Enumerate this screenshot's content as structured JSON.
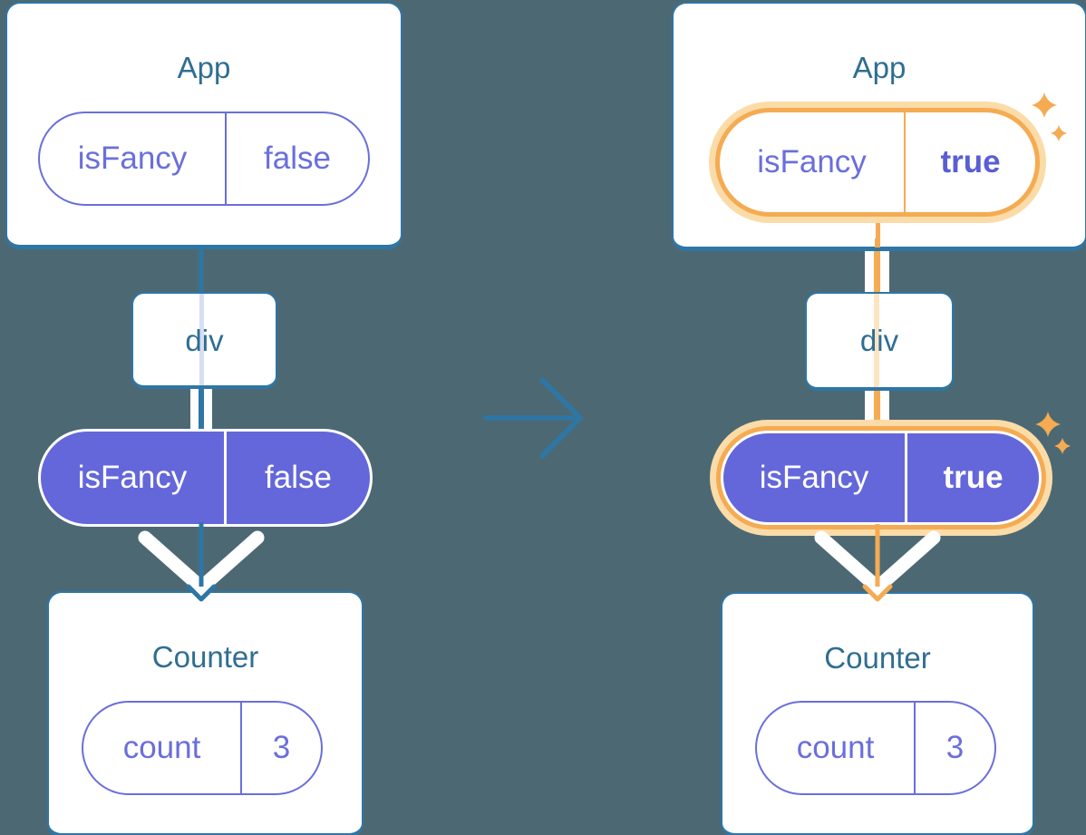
{
  "colors": {
    "background": "#4C6973",
    "stroke": "#2E76A6",
    "title_text": "#2F6E92",
    "purple": "#6A6FDB",
    "purple_fill": "#6467DA",
    "purple_bold": "#585FD3",
    "orange": "#F5AB52",
    "orange_halo": "#FBDCA8",
    "lavender_line": "#D8DFF4",
    "light_orange_line": "#FBE5C2"
  },
  "left_diagram": {
    "app": {
      "title": "App",
      "prop": {
        "name": "isFancy",
        "value": "false"
      }
    },
    "div_label": "div",
    "passed_prop": {
      "name": "isFancy",
      "value": "false"
    },
    "counter": {
      "title": "Counter",
      "state": {
        "name": "count",
        "value": "3"
      }
    }
  },
  "right_diagram": {
    "app": {
      "title": "App",
      "prop": {
        "name": "isFancy",
        "value": "true"
      }
    },
    "div_label": "div",
    "passed_prop": {
      "name": "isFancy",
      "value": "true"
    },
    "counter": {
      "title": "Counter",
      "state": {
        "name": "count",
        "value": "3"
      }
    }
  },
  "icons": {
    "transition_arrow": "right-arrow",
    "sparkles": "four-point-star",
    "flow_arrowhead": "down-chevron",
    "passing_pipe": "double-white-line"
  }
}
